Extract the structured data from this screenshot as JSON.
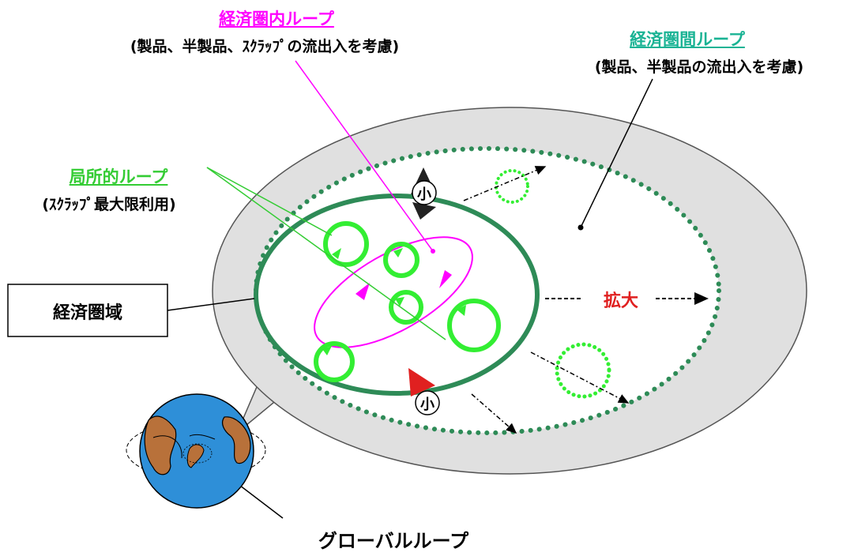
{
  "labels": {
    "intra_loop_title": "経済圏内ループ",
    "intra_loop_sub": "(製品、半製品、ｽｸﾗｯﾌﾟの流出入を考慮)",
    "inter_loop_title": "経済圏間ループ",
    "inter_loop_sub": "(製品、半製品の流出入を考慮)",
    "local_loop_title": "局所的ループ",
    "local_loop_sub": "(ｽｸﾗｯﾌﾟ最大限利用)",
    "economic_zone": "経済圏域",
    "expand": "拡大",
    "small_top": "小",
    "small_bottom": "小",
    "global_loop": "グローバルループ"
  },
  "colors": {
    "intra_loop": "#ff00ff",
    "inter_loop": "#1ab394",
    "local_loop": "#33cc33",
    "zone_ring": "#2e8b57",
    "local_circles": "#33ee33",
    "expand_text": "#e02020",
    "outer_ellipse": "#e0e0e0",
    "globe_ocean": "#2e8fd8",
    "globe_land": "#b8713a"
  }
}
